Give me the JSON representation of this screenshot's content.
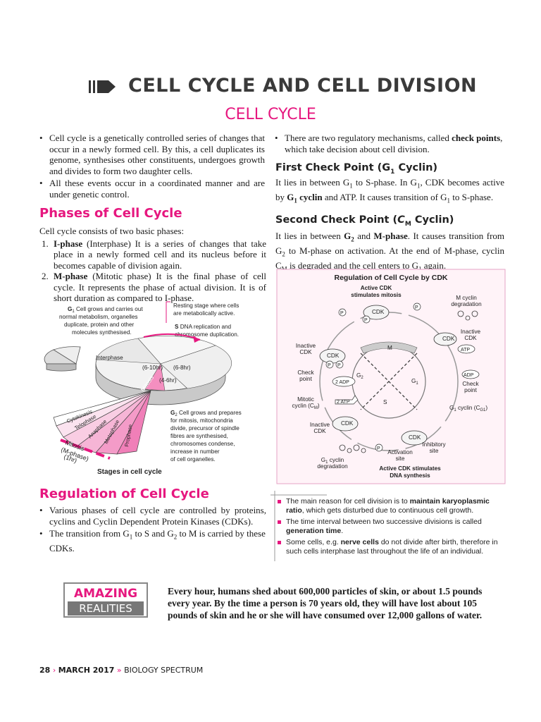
{
  "header": {
    "title": "CELL CYCLE AND CELL DIVISION",
    "section": "CELL CYCLE"
  },
  "intro_bullets": [
    "Cell cycle is a genetically controlled series of changes that occur in a newly formed cell. By this, a cell duplicates its genome, synthesises other constituents, undergoes growth and divides to form two daughter cells.",
    "All these events occur in a coordinated manner and are under genetic control."
  ],
  "phases": {
    "heading": "Phases of Cell Cycle",
    "intro": "Cell cycle consists of two basic phases:",
    "items": [
      {
        "num": "1.",
        "term": "I-phase",
        "text": " (Interphase) It is a series of changes that take place in a newly formed cell and its nucleus before it becomes capable of division again."
      },
      {
        "num": "2.",
        "term": "M-phase",
        "text": " (Mitotic phase) It is the final phase of cell cycle. It represents the phase of actual division. It is of short duration as compared to I-phase."
      }
    ]
  },
  "stages_diagram": {
    "g1_label": "G",
    "g1_sub": "1",
    "g1_text_1": " Cell grows and carries out",
    "g1_text_2": "normal metabolism, organelles",
    "g1_text_3": "duplicate, protein and other",
    "g1_text_4": "molecules synthesised.",
    "resting_1": "Resting stage where cells",
    "resting_2": "are metabolically active.",
    "s_label": "S",
    "s_text_1": " DNA replication and",
    "s_text_2": "chromosome duplication.",
    "interphase": "Interphase",
    "t1": "(6-10hr)",
    "t2": "(6-8hr)",
    "t3": "(4-6hr)",
    "mitosis_small": "Mitosis",
    "cytokinesis": "Cytokinesis",
    "telophase": "Telophase",
    "anaphase": "Anaphase",
    "metaphase": "Metaphase",
    "prophase": "Prophase",
    "mitosis_1": "Mitosis",
    "mitosis_2": "(M-phase)",
    "mitosis_3": "(1hr)",
    "g2_label": "G",
    "g2_sub": "2",
    "g2_text_1": " Cell grows and prepares",
    "g2_text_2": "for mitosis, mitochondria",
    "g2_text_3": "divide, precursor of spindle",
    "g2_text_4": "fibres are synthesised,",
    "g2_text_5": "chromosomes condense,",
    "g2_text_6": "increase in number",
    "g2_text_7": "of cell organelles.",
    "caption": "Stages in cell cycle"
  },
  "regulation": {
    "heading": "Regulation of Cell Cycle",
    "b1": "Various phases of cell cycle are controlled by proteins, cyclins and Cyclin Dependent Protein Kinases (CDKs).",
    "b2_a": "The transition from G",
    "b2_s1": "1",
    "b2_b": " to S and G",
    "b2_s2": "2",
    "b2_c": " to M is carried by these CDKs."
  },
  "right_col": {
    "bullet_a": "There are two regulatory mechanisms, called ",
    "bullet_b": "check points",
    "bullet_c": ", which take decision about cell division.",
    "first_heading": "First Check Point (G",
    "first_sub": "1",
    "first_tail": " Cyclin)",
    "first_1": "It lies in between G",
    "first_1s": "1",
    "first_2": " to S-phase. In G",
    "first_2s": "1",
    "first_3": ", CDK becomes active by ",
    "first_4": "G",
    "first_4s": "1",
    "first_5": " cyclin",
    "first_6": " and ATP. It causes transition of G",
    "first_6s": "1",
    "first_7": " to S-phase.",
    "second_heading": "Second Check Point (",
    "second_c": "C",
    "second_sub": "M",
    "second_tail": " Cyclin)",
    "second_1": "It lies in between ",
    "second_2": "G",
    "second_2s": "2",
    "second_3": " and ",
    "second_4": "M-phase",
    "second_5": ". It causes transition from G",
    "second_5s": "2",
    "second_6": " to M-phase on activation. At the end of M-phase, cyclin C",
    "second_6s": "M",
    "second_7": " is degraded and the cell enters to G",
    "second_7s": "1",
    "second_8": " again."
  },
  "cdk_diagram": {
    "title": "Regulation of Cell Cycle by CDK",
    "active_top_1": "Active CDK",
    "active_top_2": "stimulates mitosis",
    "m_cyclin_1": "M cyclin",
    "m_cyclin_2": "degradation",
    "inactive_r_1": "Inactive",
    "inactive_r_2": "CDK",
    "cdk": "CDK",
    "atp": "ATP",
    "p": "P",
    "inactive_l_1": "Inactive",
    "inactive_l_2": "CDK",
    "m": "M",
    "g2": "G",
    "g2s": "2",
    "g1": "G",
    "g1s": "1",
    "s": "S",
    "check_l_1": "Check",
    "check_l_2": "point",
    "adp2": "2 ADP",
    "atp2": "2 ATP",
    "adp": "ADP",
    "check_r_1": "Check",
    "check_r_2": "point",
    "mitotic_1": "Mitotic",
    "mitotic_2": "cyclin (C",
    "mitotic_2s": "M",
    "mitotic_2e": ")",
    "g1cyclin": "G",
    "g1cyclin_s": "1",
    "g1cyclin_e": " cyclin (C",
    "g1cyclin_s2": "G1",
    "g1cyclin_e2": ")",
    "inactive_b_1": "Inactive",
    "inactive_b_2": "CDK",
    "inhibitory_1": "Inhibitory",
    "inhibitory_2": "site",
    "activation_1": "Activation",
    "activation_2": "site",
    "g1deg_1": "G",
    "g1deg_1s": "1",
    "g1deg_1e": " cyclin",
    "g1deg_2": "degradation",
    "active_bot_1": "Active CDK stimulates",
    "active_bot_2": "DNA synthesis"
  },
  "notes": [
    {
      "a": "The main reason for cell division is to ",
      "b": "maintain karyoplasmic ratio",
      "c": ", which gets disturbed due to continuous cell growth."
    },
    {
      "a": "The time interval between two successive divisions is called ",
      "b": "generation time",
      "c": "."
    },
    {
      "a": "Some cells, e.g. ",
      "b": "nerve cells",
      "c": " do not divide after birth, therefore in such cells interphase last throughout the life of an individual."
    }
  ],
  "amazing": {
    "line1": "AMAZING",
    "line2": "REALITIES",
    "fact": "Every hour, humans shed about 600,000 particles of skin, or about 1.5 pounds every year. By the time a person is 70 years old, they will have lost about 105 pounds of skin and he or she will have consumed over 12,000 gallons of water."
  },
  "footer": {
    "page": "28",
    "sep1": "›",
    "issue": "MARCH 2017",
    "sep2": "»",
    "magazine": "BIOLOGY SPECTRUM"
  },
  "colors": {
    "accent": "#e6177f",
    "heading_gray": "#3a3a3a",
    "diagram_pink": "#f48fc0"
  }
}
